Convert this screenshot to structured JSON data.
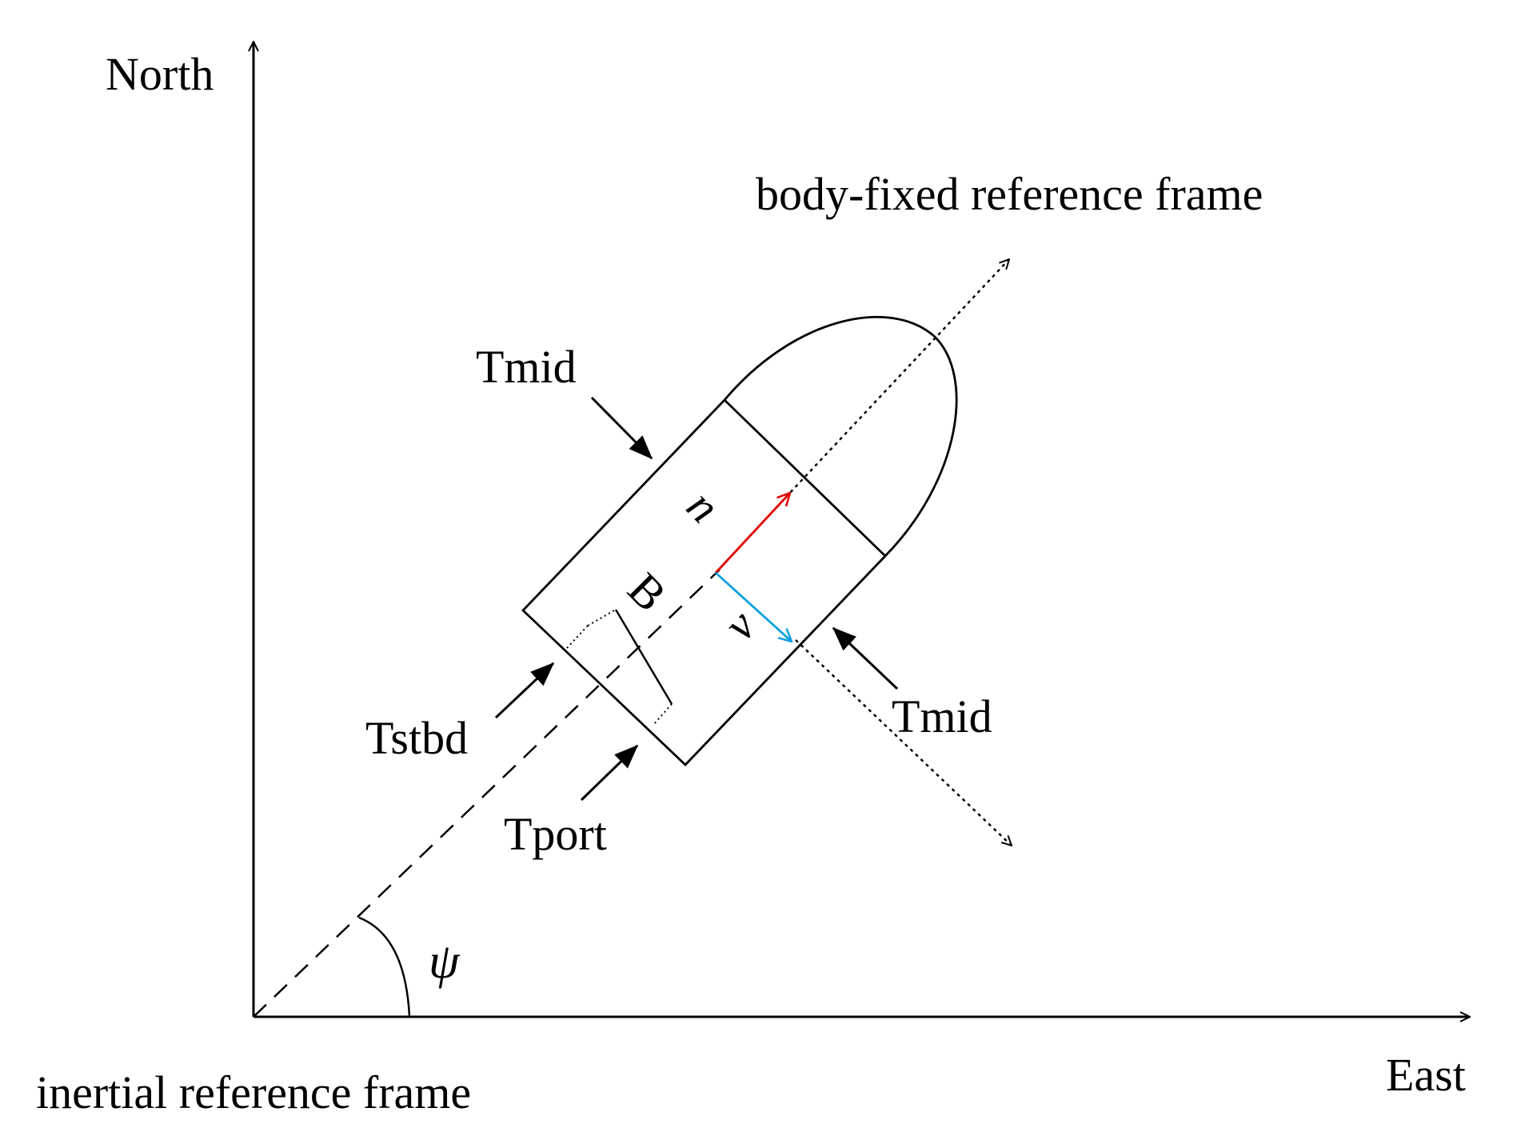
{
  "axes": {
    "north_label": "North",
    "east_label": "East",
    "inertial_label": "inertial reference frame"
  },
  "body_frame": {
    "label": "body-fixed reference frame"
  },
  "thrusters": {
    "tmid_top": "Tmid",
    "tmid_right": "Tmid",
    "tstbd": "Tstbd",
    "tport": "Tport"
  },
  "symbols": {
    "surge": "u",
    "sway": "v",
    "beam": "B",
    "heading": "ψ"
  },
  "colors": {
    "line": "#000000",
    "surge_vector": "#e00000",
    "sway_vector": "#0aa0e0"
  }
}
